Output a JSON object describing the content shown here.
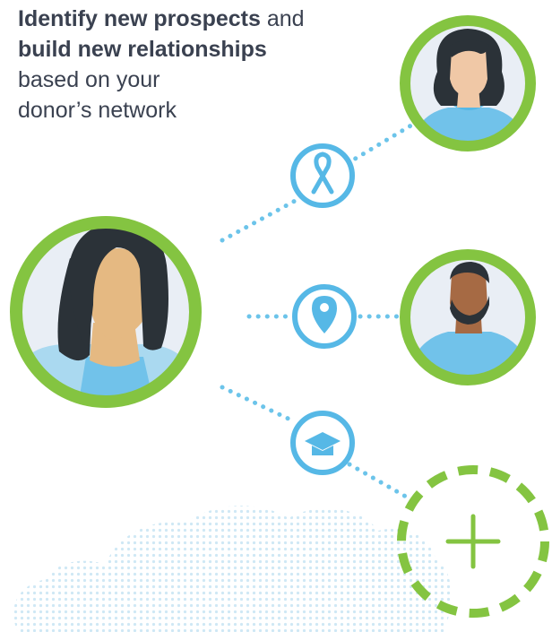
{
  "headline": {
    "line1_bold": "Identify new prospects",
    "line1_rest": " and",
    "line2_bold": "build new relationships",
    "line3": "based on your",
    "line4": "donor’s network"
  },
  "colors": {
    "ring_green": "#84c441",
    "connector_blue": "#6cc4ea",
    "node_blue": "#56b8e6",
    "text_dark": "#3a4150",
    "hair_dark": "#2b3238",
    "skin_light": "#f0c8a6",
    "skin_tan": "#e5b982",
    "skin_brown": "#a66a44",
    "shirt_blue": "#71c2ea",
    "background_tint": "#e9eef5",
    "cloud_dots": "#cfe8f5"
  },
  "icons": {
    "connector_top": "ribbon-icon",
    "connector_middle": "map-pin-icon",
    "connector_bottom": "graduation-cap-icon",
    "add_node": "plus-icon"
  }
}
